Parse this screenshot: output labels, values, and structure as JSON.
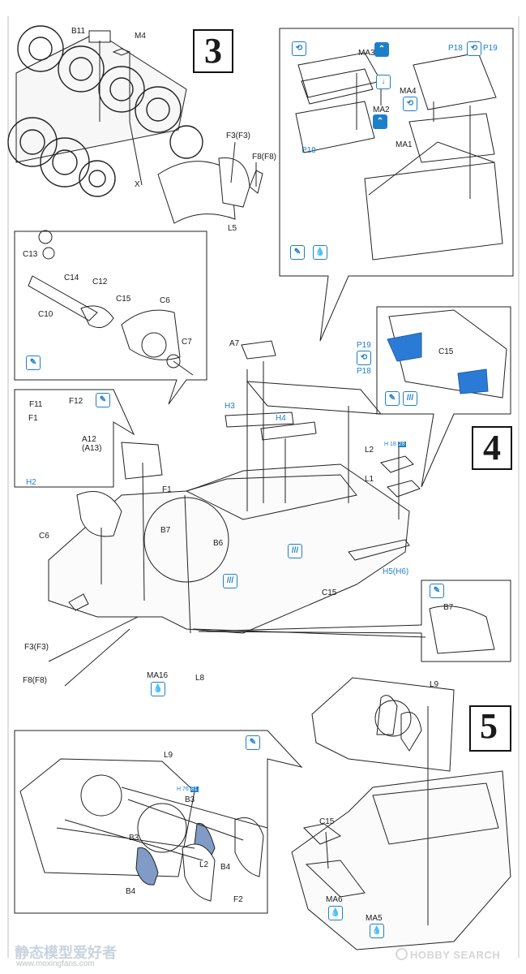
{
  "steps": {
    "s3": "3",
    "s4": "4",
    "s5": "5"
  },
  "labels": {
    "b11": "B11",
    "m4": "M4",
    "f3f3_top": "F3(F3)",
    "f8f8_top": "F8(F8)",
    "x": "X",
    "l5": "L5",
    "ma3": "MA3",
    "p18": "P18",
    "p19_top": "P19",
    "ma4": "MA4",
    "ma2": "MA2",
    "ma1": "MA1",
    "p19_left": "P19",
    "c13": "C13",
    "c14": "C14",
    "c12": "C12",
    "c10": "C10",
    "c15_inset": "C15",
    "c6_inset": "C6",
    "c7": "C7",
    "a7": "A7",
    "p19_mid": "P19",
    "p18_mid": "P18",
    "h3": "H3",
    "h4": "H4",
    "c15_right": "C15",
    "f11": "F11",
    "f12": "F12",
    "f1_inset": "F1",
    "a12": "A12",
    "a13": "(A13)",
    "h2": "H2",
    "f1": "F1",
    "c6": "C6",
    "b7": "B7",
    "b6": "B6",
    "l2": "L2",
    "l1": "L1",
    "h5h6": "H5(H6)",
    "c15_mid": "C15",
    "b7_inset": "B7",
    "f3f3": "F3(F3)",
    "f8f8": "F8(F8)",
    "ma16": "MA16",
    "l8": "L8",
    "l9_right": "L9",
    "l9_inset": "L9",
    "b3_a": "B3",
    "b3_b": "B3",
    "l2_bot": "L2",
    "b4_a": "B4",
    "b4_b": "B4",
    "f2": "F2",
    "c15_bot": "C15",
    "ma6": "MA6",
    "ma5": "MA5"
  },
  "tags": {
    "h18": "H",
    "h18_a": "18",
    "h18_b": "28",
    "h76": "H",
    "h76_a": "76",
    "h76_b": "81"
  },
  "icons": {
    "flip": "flip-icon",
    "paint": "paint-icon",
    "glue": "glue-icon",
    "optional": "optional-icon",
    "trim": "trim-icon"
  },
  "watermark": {
    "left_cn": "静态模型爱好者",
    "left_url": "www.moxingfans.com",
    "right": "HOBBY SEARCH"
  },
  "colors": {
    "accent": "#1e7fc9",
    "part_highlight": "#2b7bd6",
    "ink": "#1a1a1a"
  }
}
